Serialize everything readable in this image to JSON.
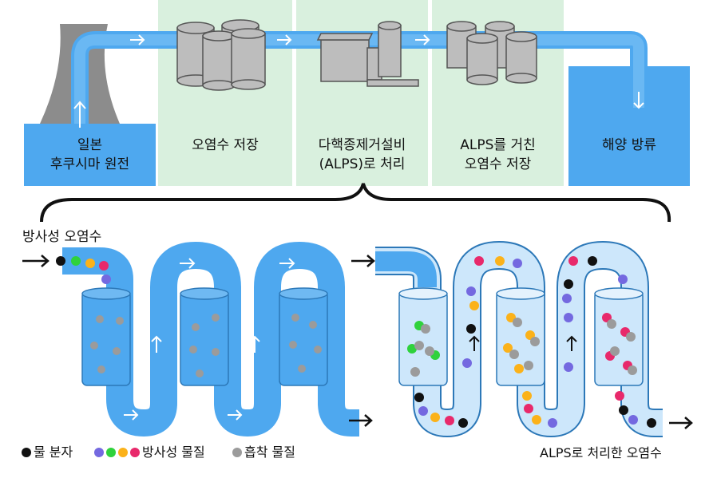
{
  "stages": [
    {
      "line1": "일본",
      "line2": "후쿠시마 원전"
    },
    {
      "line1": "오염수 저장",
      "line2": ""
    },
    {
      "line1": "다핵종제거설비",
      "line2": "(ALPS)로 처리"
    },
    {
      "line1": "ALPS를 거친",
      "line2": "오염수 저장"
    },
    {
      "line1": "해양 방류",
      "line2": ""
    }
  ],
  "input_label": "방사성 오염수",
  "output_label": "ALPS로 처리한 오염수",
  "legend": {
    "water": "물 분자",
    "radioactive": "방사성 물질",
    "adsorbent": "흡착 물질"
  },
  "colors": {
    "pipe": "#4ea8ef",
    "pipe_light": "#cde7fb",
    "panel_green": "#d9f0de",
    "water_molecule": "#111111",
    "radioactive": [
      "#7469e0",
      "#2fd23c",
      "#fbb21a",
      "#e8296b"
    ],
    "adsorbent": "#9b9b9b"
  }
}
